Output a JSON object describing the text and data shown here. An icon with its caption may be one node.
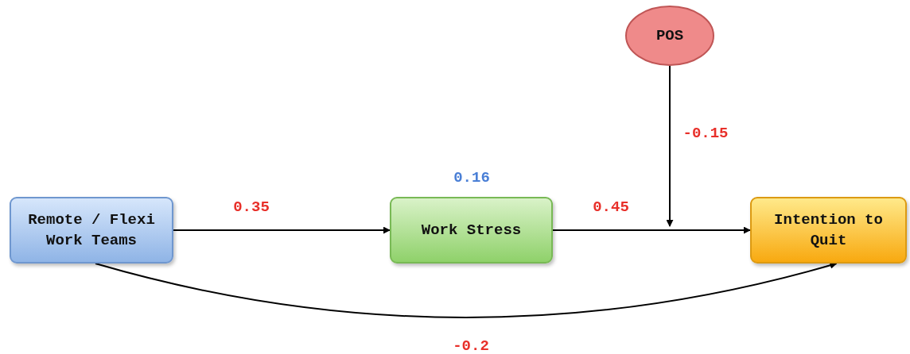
{
  "diagram": {
    "nodes": [
      {
        "text": [
          "Remote / Flexi Work Teams"
        ]
      },
      {
        "text": [
          "Work Stress"
        ],
        "beside": [
          "0.16"
        ]
      },
      {
        "text": [
          "Intention to Quit"
        ]
      },
      {
        "text": [
          "POS"
        ]
      }
    ],
    "edges": [
      {
        "from": 0,
        "to": 1,
        "arrow": "to",
        "label": "0.35"
      },
      {
        "from": 1,
        "to": 2,
        "arrow": "to",
        "label": "0.45"
      },
      {
        "from": 3,
        "to": null,
        "arrow": "to",
        "label": "-0.15"
      },
      {
        "from": 0,
        "to": 2,
        "arrow": "to",
        "label": "-0.2"
      }
    ]
  }
}
